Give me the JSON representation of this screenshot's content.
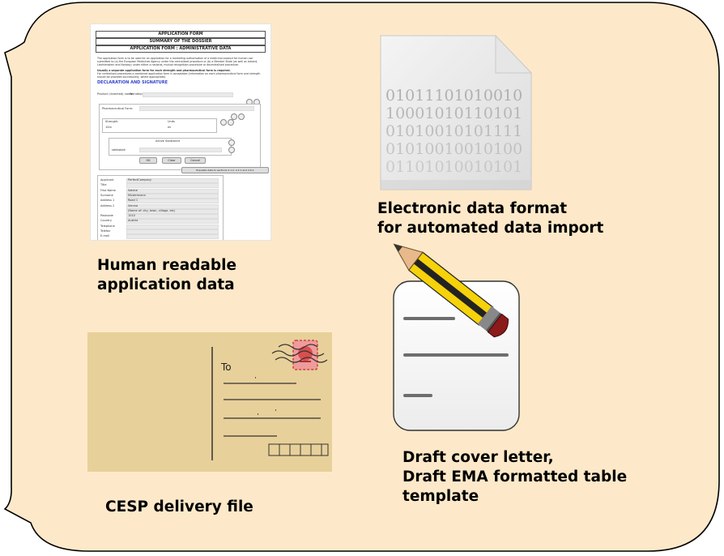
{
  "colors": {
    "panel_fill": "#fde9c9",
    "panel_stroke": "#000000",
    "postcard_fill": "#e8d09a",
    "stamp_red": "#e06666",
    "binary_text": "#b0b0b0",
    "pencil_yellow": "#f5d20a",
    "pencil_eraser": "#8b1a1a",
    "note_lines": "#6d6d6d"
  },
  "captions": {
    "human_readable": [
      "Human readable",
      "application data"
    ],
    "electronic": [
      "Electronic data format",
      "for automated data import"
    ],
    "draft": [
      "Draft cover letter,",
      "Draft EMA formatted table",
      "template"
    ],
    "cesp": [
      "CESP delivery file"
    ]
  },
  "icons": {
    "binary_file": "binary-file-icon",
    "pencil_note": "pencil-note-icon",
    "postcard": "postcard-icon",
    "form_document": "application-form-document"
  },
  "binary_file": {
    "lines": [
      "01011101010010",
      "10001010110101",
      "01010010101111",
      "01010010010100",
      "01101010010101"
    ]
  },
  "postcard": {
    "to_label": "To"
  },
  "form": {
    "header1": "APPLICATION FORM",
    "header2": "SUMMARY OF THE DOSSIER",
    "header3": "APPLICATION FORM : ADMINISTRATIVE DATA",
    "intro": "The application form is to be used for an application for a marketing authorisation of a medicinal product for human use submitted to (a) the European Medicines Agency under the centralised procedure or (b) a Member State (as well as Iceland, Liechtenstein and Norway) under either a national, mutual recognition procedure or decentralised procedure.",
    "note_bold": "Usually a separate application form for each strength and pharmaceutical form is required.",
    "note": "For centralised procedures a combined application form is acceptable (information on each pharmaceutical form and strength should be provided successively, where appropriate).",
    "section": "DECLARATION AND SIGNATURE",
    "product_label": "Product (invented) name",
    "product_value": "Wonderpil",
    "pharma_label": "Pharmaceutical Form:",
    "strength_label": "Strength:",
    "strength_value": "10m",
    "units_label": "Units",
    "units_value": "mi",
    "active_label": "Active Substance",
    "active_value": "sbhbsbbh",
    "ok": "OK",
    "clear": "Clear",
    "cancel": "Cancel",
    "populate": "Populate data to sections 2.1.2, 2.2.1 and 2.6.1",
    "applicant_rows": [
      [
        "Applicant",
        "PerfectCompany"
      ],
      [
        "Title",
        ""
      ],
      [
        "First Name",
        "Sabine"
      ],
      [
        "Surname",
        "Mustermann"
      ],
      [
        "Address 1",
        "Road 1"
      ],
      [
        "Address 2",
        "Vienna"
      ],
      [
        "",
        "(Name of: city, town, village, etc)"
      ],
      [
        "Postcode",
        "1010"
      ],
      [
        "Country",
        "Austria"
      ],
      [
        "Telephone",
        ""
      ],
      [
        "Telefax",
        ""
      ],
      [
        "E-mail",
        ""
      ]
    ]
  }
}
